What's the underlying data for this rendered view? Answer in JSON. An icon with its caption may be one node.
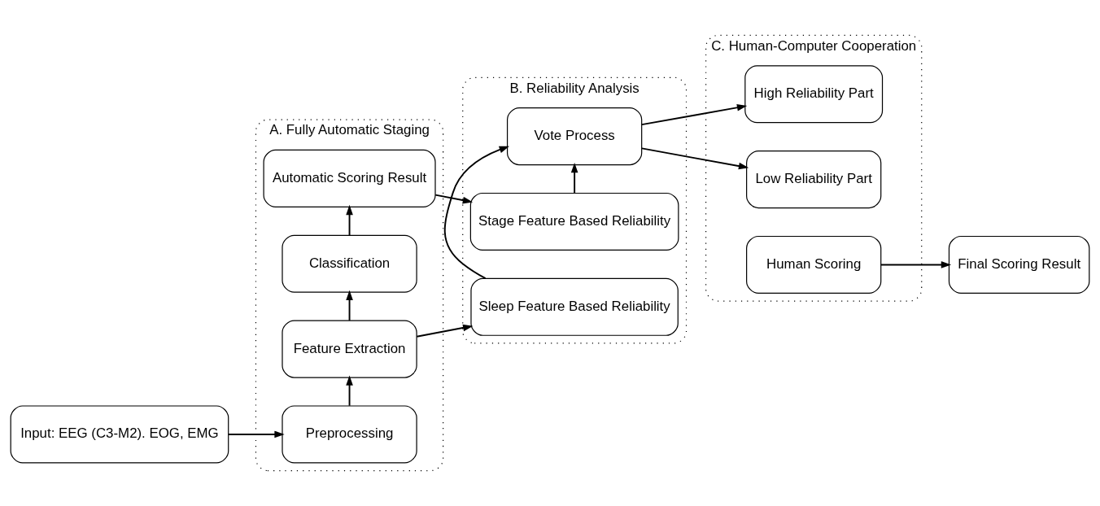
{
  "diagram": {
    "nodes": [
      {
        "text": [
          "Input: EEG (C3-M2). EOG, EMG"
        ]
      },
      {
        "text": [
          "A. Fully Automatic Staging"
        ]
      },
      {
        "text": [
          "Preprocessing"
        ],
        "in": 1
      },
      {
        "text": [
          "Feature Extraction"
        ],
        "in": 1
      },
      {
        "text": [
          "Classification"
        ],
        "in": 1
      },
      {
        "text": [
          "Automatic Scoring Result"
        ],
        "in": 1
      },
      {
        "text": [
          "B. Reliability Analysis"
        ]
      },
      {
        "text": [
          "Sleep Feature Based Reliability"
        ],
        "in": 6
      },
      {
        "text": [
          "Vote Process"
        ],
        "in": 6
      },
      {
        "text": [
          "Stage Feature Based Reliability"
        ],
        "in": 6
      },
      {
        "text": [
          "C. Human-Computer Cooperation"
        ]
      },
      {
        "text": [
          "High Reliability Part"
        ],
        "in": 10
      },
      {
        "text": [
          "Low Reliability Part"
        ],
        "in": 10
      },
      {
        "text": [
          "Human Scoring"
        ],
        "in": 10
      },
      {
        "text": [
          "Final Scoring Result"
        ]
      }
    ],
    "edges": [
      {
        "from": 0,
        "to": 2,
        "arrow": "to"
      },
      {
        "from": 2,
        "to": 3,
        "arrow": "to"
      },
      {
        "from": 3,
        "to": 4,
        "arrow": "to"
      },
      {
        "from": 4,
        "to": 5,
        "arrow": "to"
      },
      {
        "from": 3,
        "to": 7,
        "arrow": "to"
      },
      {
        "from": 5,
        "to": 9,
        "arrow": "to"
      },
      {
        "from": 7,
        "to": 8,
        "arrow": "to"
      },
      {
        "from": 9,
        "to": 8,
        "arrow": "to"
      },
      {
        "from": 8,
        "to": 11,
        "arrow": "to"
      },
      {
        "from": 8,
        "to": 12,
        "arrow": "to"
      },
      {
        "from": 13,
        "to": 14,
        "arrow": "to"
      }
    ]
  }
}
